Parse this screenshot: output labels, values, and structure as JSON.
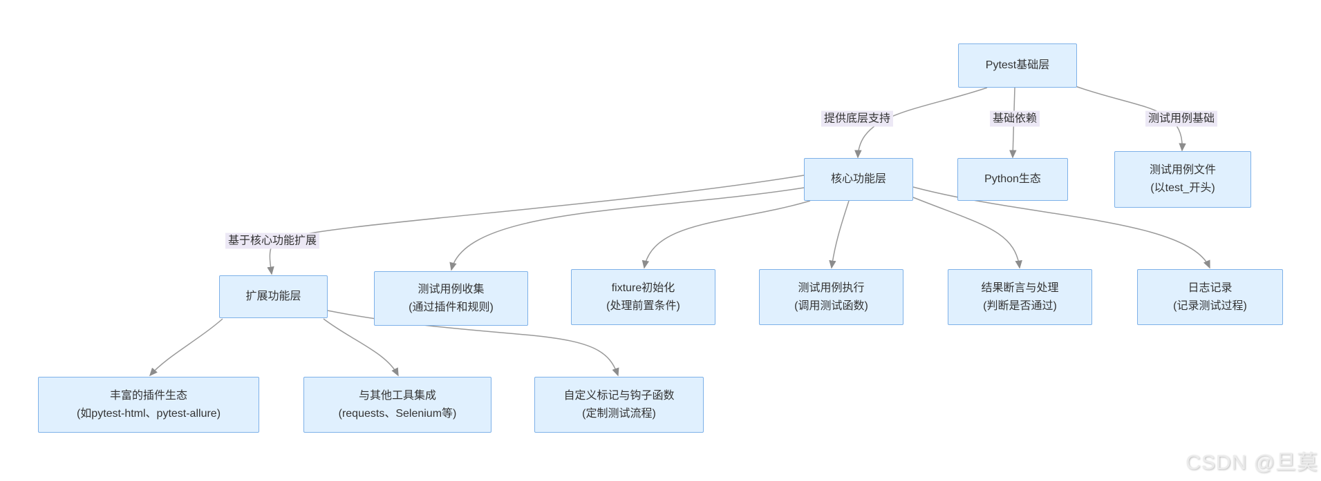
{
  "diagram": {
    "title": "Pytest layered architecture flowchart",
    "nodes": [
      {
        "id": "pytest-base",
        "line1": "Pytest基础层",
        "line2": ""
      },
      {
        "id": "core-layer",
        "line1": "核心功能层",
        "line2": ""
      },
      {
        "id": "python-eco",
        "line1": "Python生态",
        "line2": ""
      },
      {
        "id": "test-file",
        "line1": "测试用例文件",
        "line2": "(以test_开头)"
      },
      {
        "id": "ext-layer",
        "line1": "扩展功能层",
        "line2": ""
      },
      {
        "id": "case-collect",
        "line1": "测试用例收集",
        "line2": "(通过插件和规则)"
      },
      {
        "id": "fixture-init",
        "line1": "fixture初始化",
        "line2": "(处理前置条件)"
      },
      {
        "id": "case-execute",
        "line1": "测试用例执行",
        "line2": "(调用测试函数)"
      },
      {
        "id": "result-assert",
        "line1": "结果断言与处理",
        "line2": "(判断是否通过)"
      },
      {
        "id": "logging",
        "line1": "日志记录",
        "line2": "(记录测试过程)"
      },
      {
        "id": "plugin-eco",
        "line1": "丰富的插件生态",
        "line2": "(如pytest-html、pytest-allure)"
      },
      {
        "id": "tool-integrate",
        "line1": "与其他工具集成",
        "line2": "(requests、Selenium等)"
      },
      {
        "id": "custom-hooks",
        "line1": "自定义标记与钩子函数",
        "line2": "(定制测试流程)"
      }
    ],
    "edges": [
      {
        "from": "pytest-base",
        "to": "core-layer",
        "label": "提供底层支持"
      },
      {
        "from": "pytest-base",
        "to": "python-eco",
        "label": "基础依赖"
      },
      {
        "from": "pytest-base",
        "to": "test-file",
        "label": "测试用例基础"
      },
      {
        "from": "core-layer",
        "to": "ext-layer",
        "label": "基于核心功能扩展"
      },
      {
        "from": "core-layer",
        "to": "case-collect",
        "label": ""
      },
      {
        "from": "core-layer",
        "to": "fixture-init",
        "label": ""
      },
      {
        "from": "core-layer",
        "to": "case-execute",
        "label": ""
      },
      {
        "from": "core-layer",
        "to": "result-assert",
        "label": ""
      },
      {
        "from": "core-layer",
        "to": "logging",
        "label": ""
      },
      {
        "from": "ext-layer",
        "to": "plugin-eco",
        "label": ""
      },
      {
        "from": "ext-layer",
        "to": "tool-integrate",
        "label": ""
      },
      {
        "from": "ext-layer",
        "to": "custom-hooks",
        "label": ""
      }
    ],
    "colors": {
      "node_fill": "#e0f0fe",
      "node_border": "#7cb0e8",
      "edge": "#999999",
      "arrow": "#8c8c8c",
      "label_bg": "#ece8f5",
      "label_text": "#333333",
      "node_text": "#333333",
      "watermark": "#ececec"
    }
  },
  "watermark": {
    "text": "CSDN @旦莫"
  }
}
